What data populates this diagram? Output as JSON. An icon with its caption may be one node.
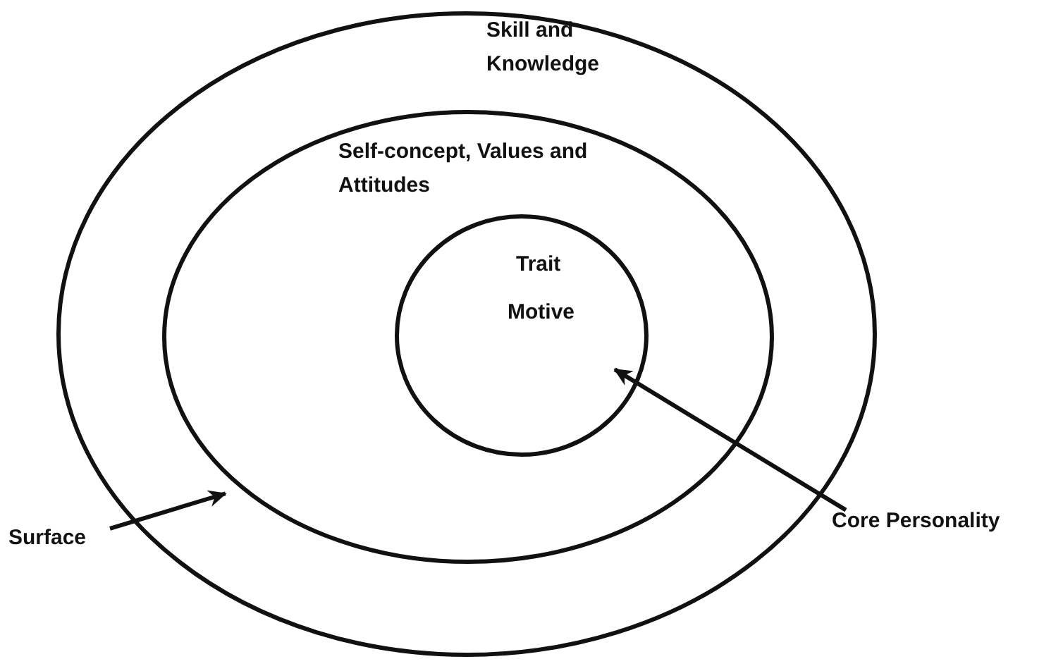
{
  "diagram": {
    "nodes": [
      {
        "text": [
          "Skill and Knowledge"
        ]
      },
      {
        "text": [
          "Self-concept, Values and Attitudes"
        ],
        "in": 0
      },
      {
        "text": [
          "Trait",
          "Motive"
        ],
        "in": 1
      },
      {
        "text": [
          "Surface"
        ]
      },
      {
        "text": [
          "Core Personality"
        ]
      }
    ],
    "edges": [
      {
        "from": 3,
        "to": 0,
        "arrow": "to"
      },
      {
        "from": 4,
        "to": 2,
        "arrow": "to"
      }
    ]
  }
}
